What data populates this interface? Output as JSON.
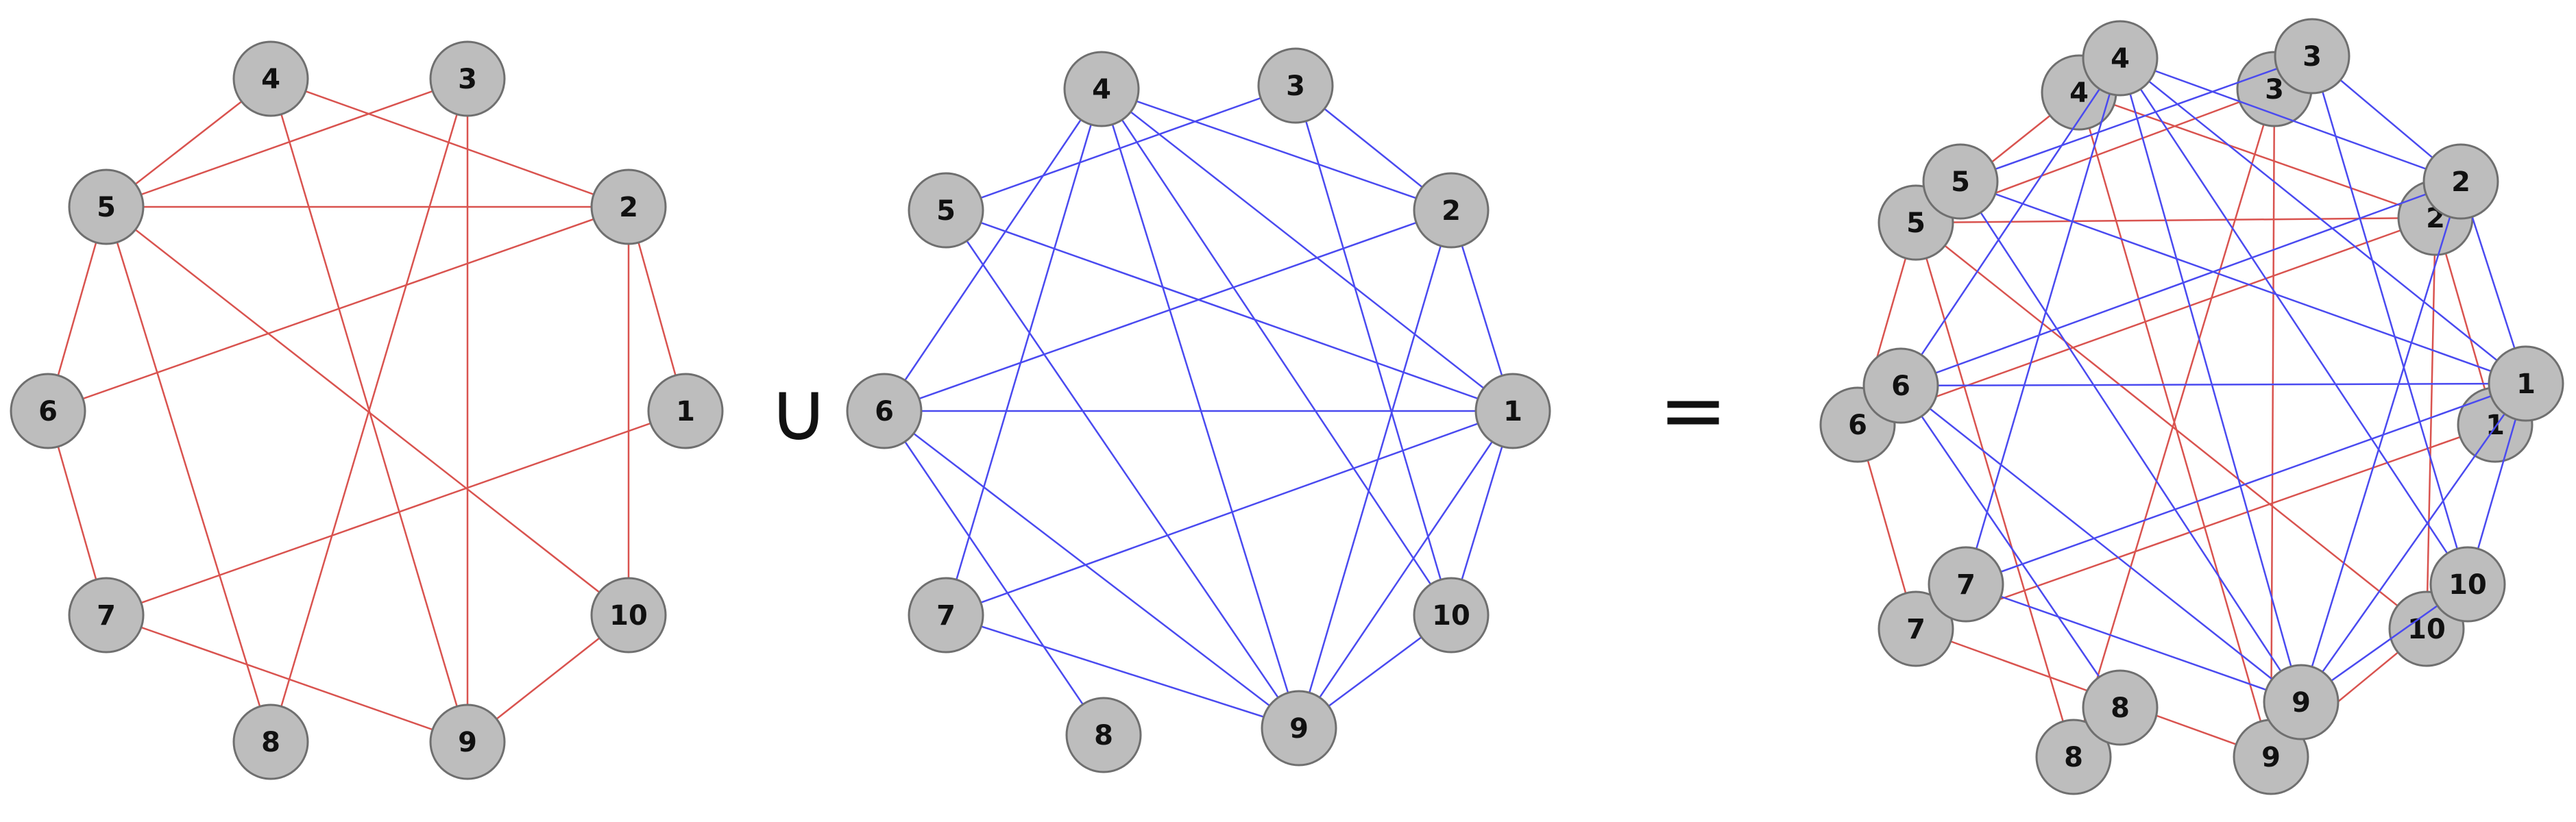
{
  "operators": {
    "union": "∪",
    "equals": "="
  },
  "colors": {
    "edge_a": "#d9534f",
    "edge_b": "#4a4af0",
    "node_fill": "#bdbdbd",
    "node_stroke": "#6f6f6f"
  },
  "nodes": [
    "1",
    "2",
    "3",
    "4",
    "5",
    "6",
    "7",
    "8",
    "9",
    "10"
  ],
  "graph_a": {
    "name": "left-graph",
    "edges": [
      [
        "4",
        "5"
      ],
      [
        "4",
        "2"
      ],
      [
        "4",
        "9"
      ],
      [
        "3",
        "5"
      ],
      [
        "3",
        "8"
      ],
      [
        "3",
        "9"
      ],
      [
        "5",
        "2"
      ],
      [
        "5",
        "6"
      ],
      [
        "5",
        "8"
      ],
      [
        "5",
        "10"
      ],
      [
        "2",
        "6"
      ],
      [
        "2",
        "1"
      ],
      [
        "2",
        "10"
      ],
      [
        "6",
        "7"
      ],
      [
        "7",
        "1"
      ],
      [
        "7",
        "9"
      ],
      [
        "9",
        "10"
      ]
    ]
  },
  "graph_b": {
    "name": "middle-graph",
    "edges": [
      [
        "4",
        "2"
      ],
      [
        "4",
        "6"
      ],
      [
        "4",
        "7"
      ],
      [
        "4",
        "9"
      ],
      [
        "4",
        "1"
      ],
      [
        "4",
        "10"
      ],
      [
        "3",
        "5"
      ],
      [
        "3",
        "2"
      ],
      [
        "3",
        "10"
      ],
      [
        "5",
        "1"
      ],
      [
        "5",
        "9"
      ],
      [
        "6",
        "2"
      ],
      [
        "6",
        "1"
      ],
      [
        "6",
        "8"
      ],
      [
        "6",
        "9"
      ],
      [
        "7",
        "1"
      ],
      [
        "7",
        "9"
      ],
      [
        "2",
        "1"
      ],
      [
        "2",
        "9"
      ],
      [
        "1",
        "9"
      ],
      [
        "1",
        "10"
      ],
      [
        "9",
        "10"
      ]
    ]
  }
}
